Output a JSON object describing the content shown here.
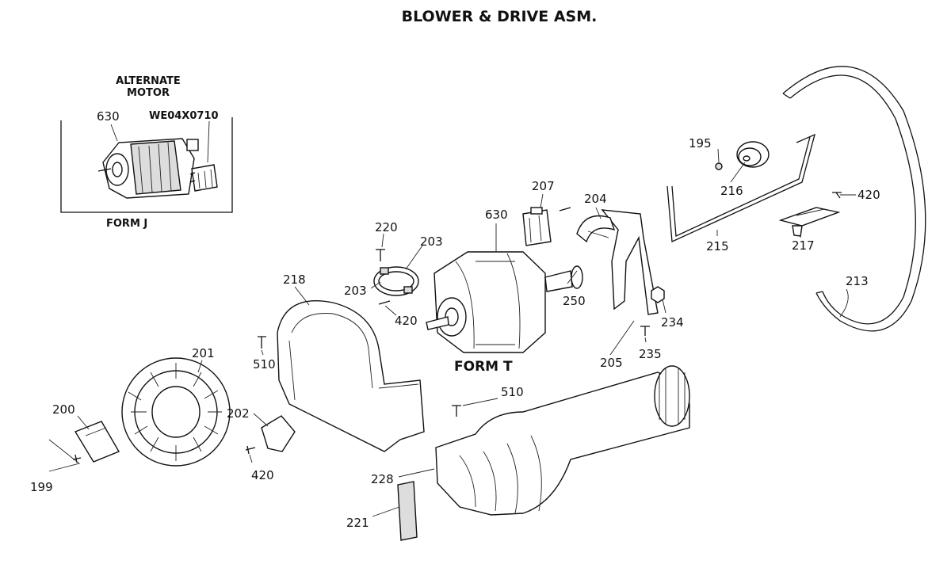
{
  "title": "BLOWER & DRIVE ASM.",
  "inset": {
    "title_line1": "ALTERNATE",
    "title_line2": "MOTOR",
    "form_label": "FORM J",
    "motor_number": "630",
    "part_number": "WE04X0710"
  },
  "main_form_label": "FORM T",
  "callouts": {
    "p195": "195",
    "p199": "199",
    "p200": "200",
    "p201": "201",
    "p202": "202",
    "p203a": "203",
    "p203b": "203",
    "p204": "204",
    "p205": "205",
    "p207": "207",
    "p213": "213",
    "p215": "215",
    "p216": "216",
    "p217": "217",
    "p218": "218",
    "p220": "220",
    "p221": "221",
    "p228": "228",
    "p234": "234",
    "p235": "235",
    "p250": "250",
    "p420a": "420",
    "p420b": "420",
    "p420c": "420",
    "p510a": "510",
    "p510b": "510",
    "p630": "630"
  }
}
